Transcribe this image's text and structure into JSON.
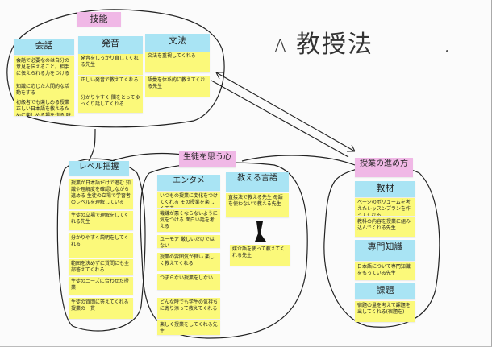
{
  "title": {
    "letter": "A",
    "text": "教授法"
  },
  "groups": {
    "skills": {
      "header": "技能",
      "kaiwa": {
        "label": "会話",
        "notes": [
          "会話で必要なのは自分の意見を伝えること。相手に伝えられる力をつける",
          "知識に応じた人間的な活動をする",
          "初級者でも楽しめる授業 正しい日本語を教えるために楽しめる場を作る 時間を決めておく"
        ]
      },
      "hatsuon": {
        "label": "発音",
        "notes": [
          "発音をしっかり直してくれる先生",
          "正しい発音で教えてくれる",
          "分かりやすく 間をとってゆっくり話してくれる"
        ]
      },
      "bunpou": {
        "label": "文法",
        "notes": [
          "文法を重視してくれる",
          "語彙を体系的に教えてくれる先生"
        ]
      }
    },
    "level": {
      "header": "レベル把握",
      "notes": [
        "授業が日本語だけで進む 知識や理解度を確認しながら進める 生徒の立場で学習者のレベルを理解している",
        "生徒の立場で理解をしてくれる先生",
        "分かりやすく説明をしてくれる",
        "範囲を決めずに質問にも全部答えてくれる",
        "生徒のニーズに合わせた授業",
        "生徒の質問に答えてくれる 授業の一貫"
      ]
    },
    "motivation": {
      "header": "生徒を思う心",
      "enta": {
        "label": "エンタメ",
        "notes": [
          "いつもの授業に変化をつけてくれる その授業を楽しく工夫",
          "機嫌が悪くならないように気をつける 面白い話を考える",
          "ユーモア 厳しいだけではない",
          "授業の雰囲気が良い 楽しく教えてくれる",
          "つまらない授業をしない",
          "どんな時でも学生の気持ちに寄り添って教えてくれる",
          "楽しく授業をしてくれる先生"
        ]
      },
      "lang": {
        "label": "教える言語",
        "notes": [
          "直接法で教える先生 母語を使わないで教える先生",
          "媒介語を使って教えてくれる先生"
        ]
      }
    },
    "progress": {
      "header": "授業の進め方",
      "kyouzai": {
        "label": "教材",
        "notes": [
          "ページのボリュームを考えたレッスンプランを作ってくれる",
          "教科の内容を授業に組み込んでくれる先生"
        ]
      },
      "senmon": {
        "label": "専門知識",
        "notes": [
          "日本語について専門知識をもっている先生"
        ]
      },
      "kadai": {
        "label": "課題",
        "notes": [
          "宿題の量を考えて課題を出してくれる(宿題を)"
        ]
      }
    }
  }
}
